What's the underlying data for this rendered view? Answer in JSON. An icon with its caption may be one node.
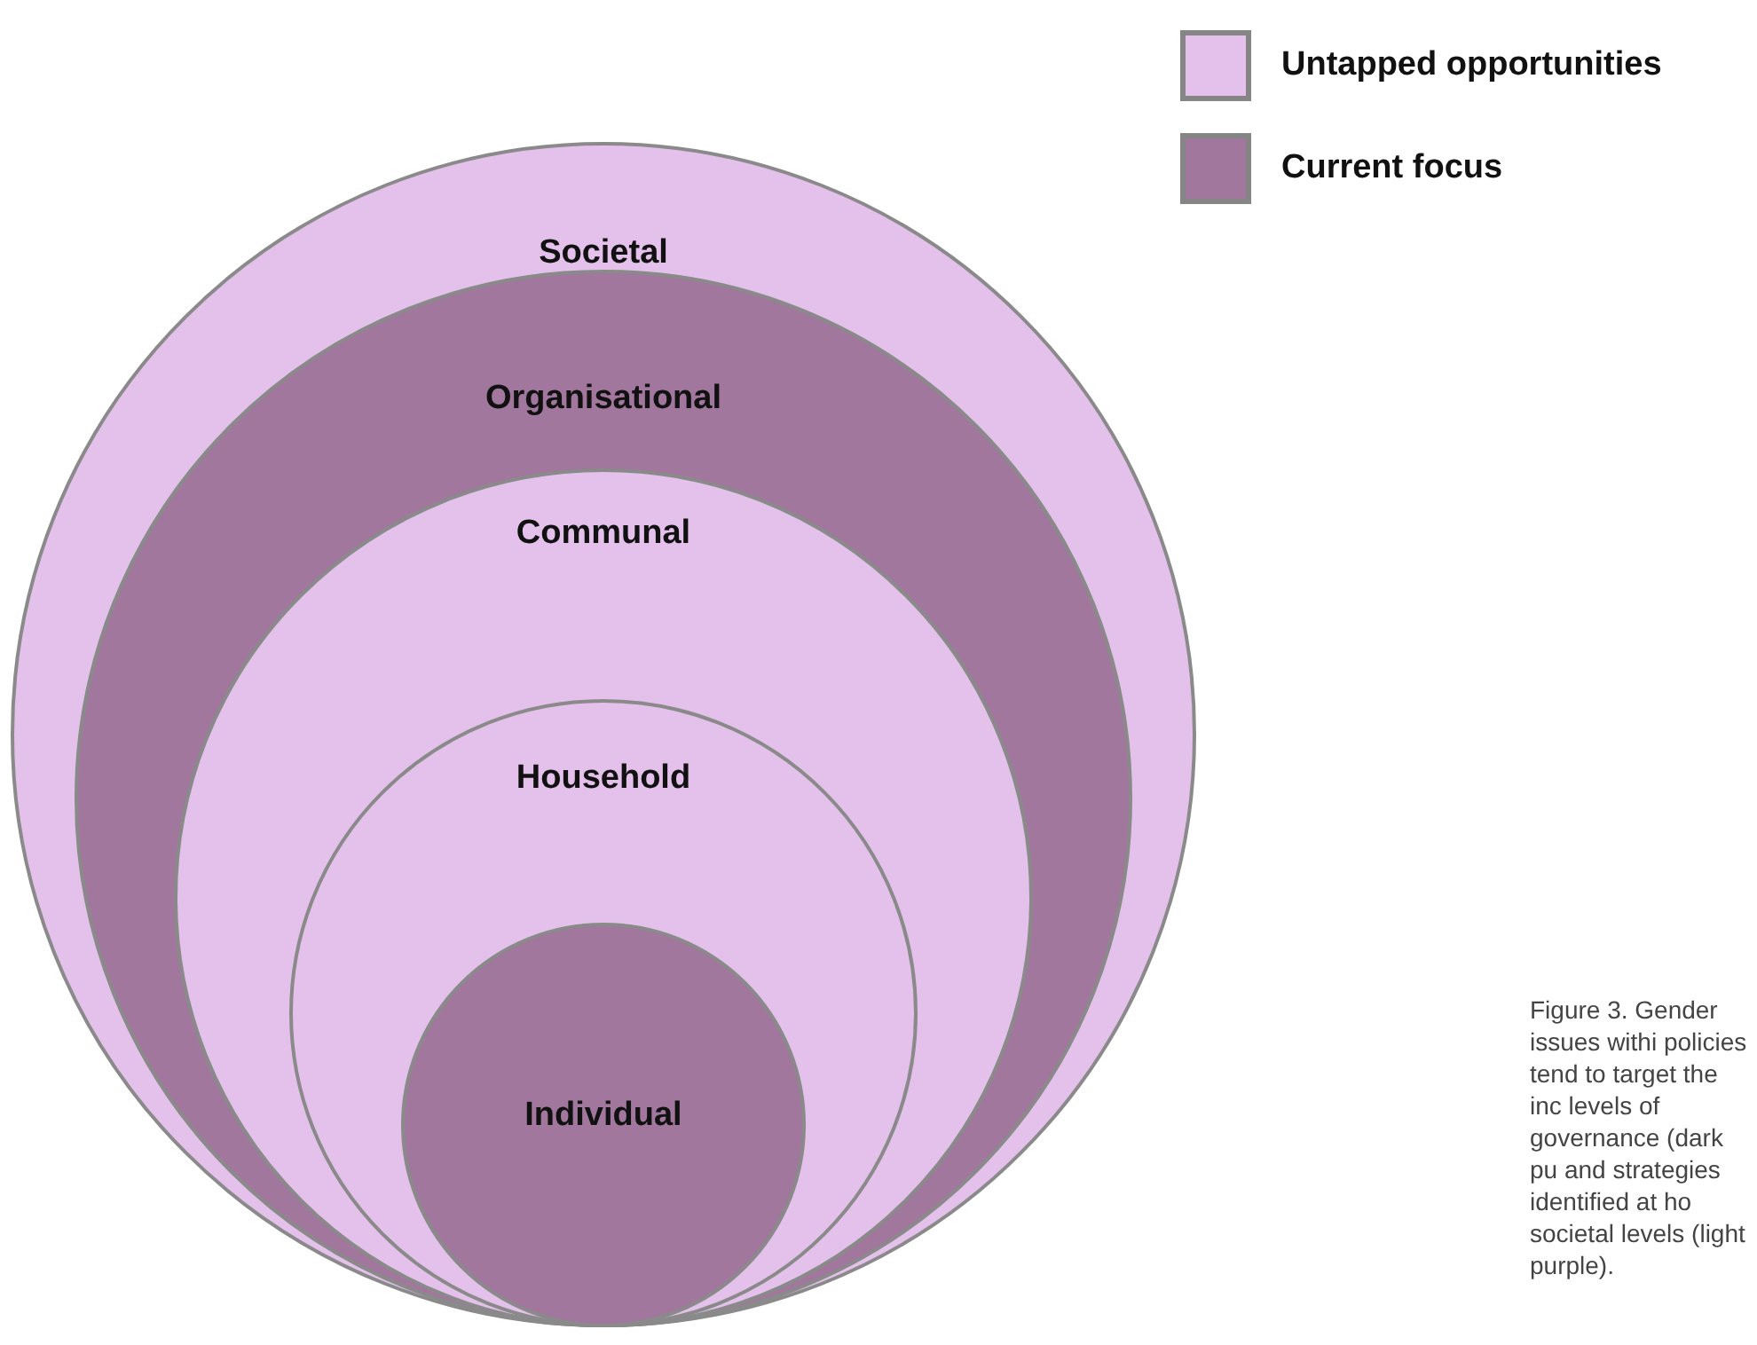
{
  "diagram": {
    "caption": "Figure 3. Gender issues withi policies tend to target the inc levels of governance (dark pu and strategies identified at ho societal levels (light purple).",
    "nodes": [
      {
        "text": [
          "Societal"
        ]
      },
      {
        "text": [
          "Organisational"
        ],
        "in": 0
      },
      {
        "text": [
          "Communal"
        ],
        "in": 1
      },
      {
        "text": [
          "Household"
        ],
        "in": 2
      },
      {
        "text": [
          "Individual"
        ],
        "in": 3
      }
    ],
    "legend": [
      {
        "text": "Untapped opportunities",
        "color": "#e4c1ea"
      },
      {
        "text": "Current focus",
        "color": "#a2779e"
      }
    ]
  }
}
